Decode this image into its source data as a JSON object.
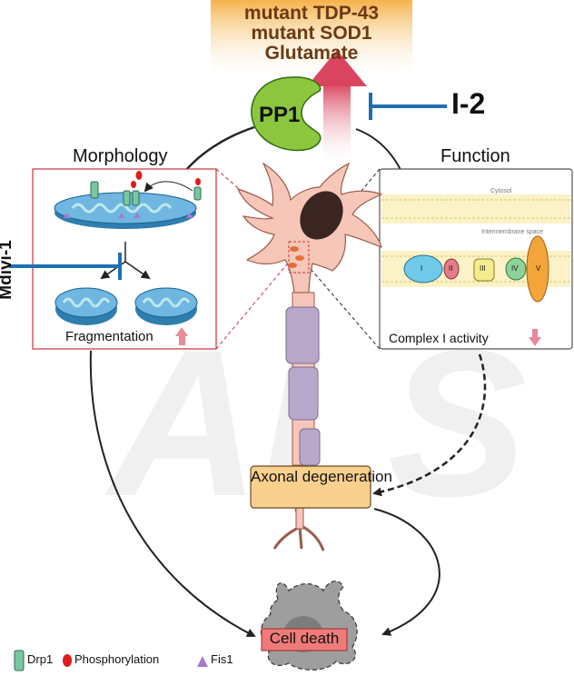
{
  "stressors": [
    "mutant TDP-43",
    "mutant SOD1",
    "Glutamate"
  ],
  "pp1_label": "PP1",
  "inhibitor_i2": "I-2",
  "inhibitor_mdivi": "Mdivi-1",
  "panels": {
    "morphology": {
      "title": "Morphology",
      "caption": "Fragmentation"
    },
    "function": {
      "title": "Function",
      "caption": "Complex I activity",
      "cytosol": "Cytosol",
      "intermembrane": "Intermembrane space",
      "complexes": [
        "I",
        "II",
        "III",
        "IV",
        "V"
      ]
    }
  },
  "axonal_degeneration": "Axonal degeneration",
  "cell_death": "Cell death",
  "watermark": "ALS",
  "legend": [
    "Drp1",
    "Phosphorylation",
    "Fis1"
  ],
  "colors": {
    "pp1": "#8cc63f",
    "inhibitor": "#1f6fb2",
    "stress_arrow": "#d9455f",
    "panel_border": "#c8323c",
    "axon_box": "#f9d08e",
    "cell_death_box": "#ef7a7a",
    "neuron": "#f6c7b8",
    "mitochondria": "#6fb7e0"
  }
}
